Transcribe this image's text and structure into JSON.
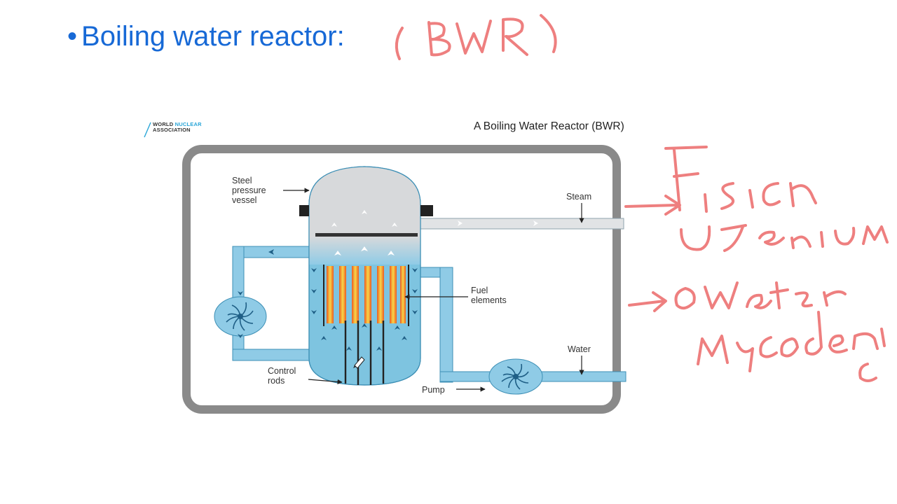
{
  "slide": {
    "bullet": "•",
    "title": "Boiling water reactor:"
  },
  "logo": {
    "line1_a": "WORLD ",
    "line1_b": "NUCLEAR",
    "line2": "ASSOCIATION"
  },
  "diagram": {
    "title": "A Boiling Water Reactor (BWR)",
    "labels": {
      "steel_pressure_vessel": "Steel\npressure\nvessel",
      "steam": "Steam",
      "fuel_elements": "Fuel\nelements",
      "water": "Water",
      "control_rods": "Control\nrods",
      "pump": "Pump"
    },
    "colors": {
      "frame": "#8a8a8a",
      "water": "#7ec4e0",
      "pipe": "#8fcbe6",
      "steam_dome": "#d7d9db",
      "fuel_orange": "#f07a24",
      "fuel_yellow": "#f7d442"
    }
  },
  "annotations": {
    "ink_color": "#ee7f7f",
    "items": [
      "(BWR)",
      "Fission",
      "Uranium",
      "Water",
      "Moderator"
    ]
  }
}
